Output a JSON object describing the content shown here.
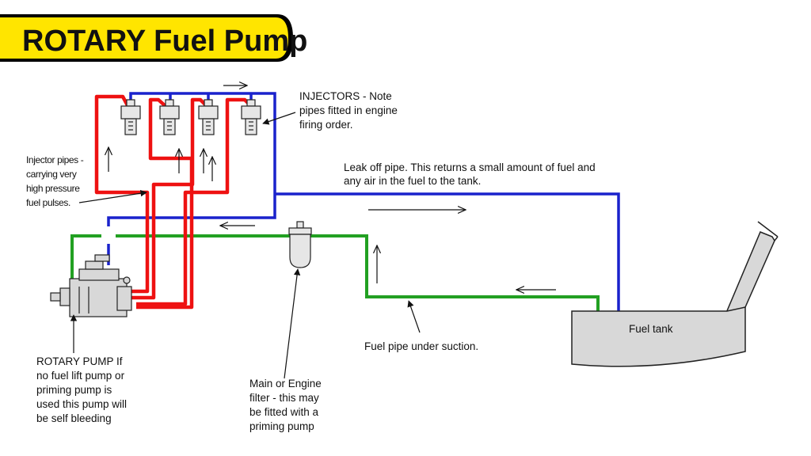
{
  "title": "ROTARY Fuel Pump",
  "colors": {
    "banner_yellow": "#FFE500",
    "high_pressure_pipe": "#EE1111",
    "leak_off_pipe": "#1A22CC",
    "suction_pipe": "#22A022",
    "component_fill": "#D8D8D8"
  },
  "labels": {
    "injectors": [
      "INJECTORS - Note",
      "pipes fitted in engine",
      "firing order."
    ],
    "injector_pipes": [
      "Injector pipes -",
      "carrying very",
      "high pressure",
      "fuel pulses."
    ],
    "leak_off": [
      "Leak off pipe. This returns a small amount of fuel and",
      "any air in the fuel to the tank."
    ],
    "fuel_tank": "Fuel tank",
    "suction": "Fuel pipe under suction.",
    "rotary_pump": [
      "ROTARY PUMP If",
      "no fuel lift pump or",
      "priming pump is",
      "used this pump will",
      "be self bleeding"
    ],
    "filter": [
      "Main or Engine",
      "filter - this may",
      "be fitted with a",
      "priming pump"
    ]
  }
}
